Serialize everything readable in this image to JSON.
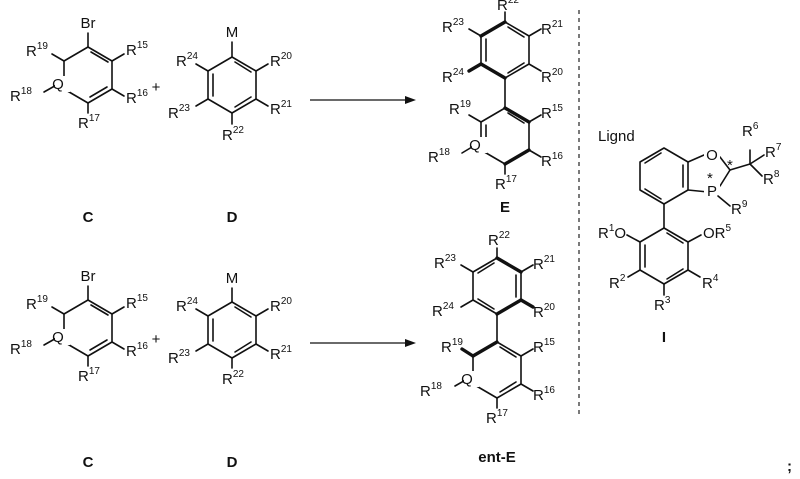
{
  "compounds": {
    "C": "C",
    "D": "D",
    "E": "E",
    "entE": "ent-E",
    "ligand_caption": "I"
  },
  "ligand_title": "Lignd",
  "plus_sign": "+",
  "terminal_mark": ";",
  "atoms": {
    "Br": "Br",
    "M": "M",
    "Q": "Q",
    "O": "O",
    "P": "P",
    "star": "*"
  },
  "r": {
    "R": "R",
    "n1": "1",
    "n2": "2",
    "n3": "3",
    "n4": "4",
    "n5": "5",
    "n6": "6",
    "n7": "7",
    "n8": "8",
    "n9": "9",
    "n15": "15",
    "n16": "16",
    "n17": "17",
    "n18": "18",
    "n19": "19",
    "n20": "20",
    "n21": "21",
    "n22": "22",
    "n23": "23",
    "n24": "24"
  },
  "ligand_groups": {
    "OR1_O": "O",
    "OR5_O": "O",
    "OR5_R": "R"
  }
}
